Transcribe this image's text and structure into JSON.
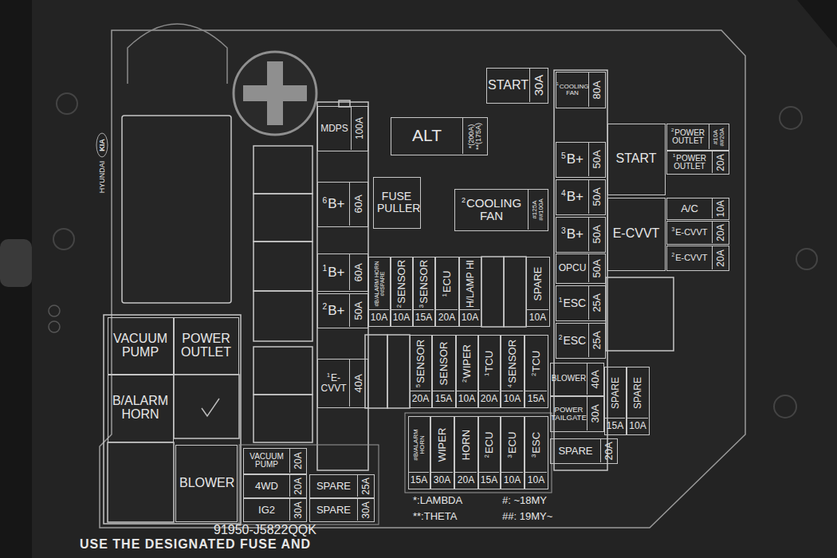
{
  "diagram": {
    "nodes": [
      {
        "text": [
          "START",
          "30A"
        ]
      },
      {
        "text": [
          "1",
          "COOLING FAN",
          "80A"
        ]
      },
      {
        "text": [
          "MDPS",
          "100A"
        ]
      },
      {
        "text": [
          "ALT",
          "*(200A)",
          "**(175A)"
        ]
      },
      {
        "text": [
          "5",
          "B+",
          "50A"
        ]
      },
      {
        "text": [
          "START"
        ]
      },
      {
        "text": [
          "2",
          "POWER OUTLET",
          "#10A",
          "##20A"
        ]
      },
      {
        "text": [
          "1",
          "POWER OUTLET",
          "20A"
        ]
      },
      {
        "text": [
          "6",
          "B+",
          "60A"
        ]
      },
      {
        "text": [
          "FUSE PULLER"
        ]
      },
      {
        "text": [
          "2",
          "COOLING FAN",
          "#125A",
          "##100A"
        ]
      },
      {
        "text": [
          "4",
          "B+",
          "50A"
        ]
      },
      {
        "text": [
          "A/C",
          "10A"
        ]
      },
      {
        "text": [
          "3",
          "B+",
          "50A"
        ]
      },
      {
        "text": [
          "E-CVVT"
        ]
      },
      {
        "text": [
          "3",
          "E-CVVT",
          "20A"
        ]
      },
      {
        "text": [
          "2",
          "E-CVVT",
          "20A"
        ]
      },
      {
        "text": [
          "1",
          "B+",
          "60A"
        ]
      },
      {
        "text": [
          "2",
          "B+",
          "50A"
        ]
      },
      {
        "text": [
          "#B/ALARM HORN",
          "##SPARE",
          "10A"
        ]
      },
      {
        "text": [
          "2",
          "SENSOR",
          "10A"
        ]
      },
      {
        "text": [
          "3",
          "SENSOR",
          "15A"
        ]
      },
      {
        "text": [
          "1",
          "ECU",
          "20A"
        ]
      },
      {
        "text": [
          "H/LAMP HI",
          "10A"
        ]
      },
      {
        "text": [
          "SPARE",
          "10A"
        ]
      },
      {
        "text": [
          "OPCU",
          "50A"
        ]
      },
      {
        "text": [
          "1",
          "ESC",
          "25A"
        ]
      },
      {
        "text": [
          "2",
          "ESC",
          "25A"
        ]
      },
      {
        "text": [
          "5",
          "SENSOR",
          "20A"
        ]
      },
      {
        "text": [
          "SENSOR",
          "15A"
        ]
      },
      {
        "text": [
          "2",
          "WIPER",
          "10A"
        ]
      },
      {
        "text": [
          "1",
          "TCU",
          "20A"
        ]
      },
      {
        "text": [
          "4",
          "SENSOR",
          "10A"
        ]
      },
      {
        "text": [
          "2",
          "TCU",
          "15A"
        ]
      },
      {
        "text": [
          "VACUUM PUMP"
        ]
      },
      {
        "text": [
          "POWER OUTLET"
        ]
      },
      {
        "text": [
          "1",
          "E-CVVT",
          "40A"
        ]
      },
      {
        "text": [
          "BLOWER",
          "40A"
        ]
      },
      {
        "text": [
          "SPARE",
          "15A"
        ]
      },
      {
        "text": [
          "SPARE",
          "10A"
        ]
      },
      {
        "text": [
          "B/ALARM HORN"
        ]
      },
      {
        "text": [
          "POWER TAILGATE",
          "30A"
        ]
      },
      {
        "text": [
          "#B/ALARM HORN",
          "15A"
        ]
      },
      {
        "text": [
          "WIPER",
          "30A"
        ]
      },
      {
        "text": [
          "HORN",
          "20A"
        ]
      },
      {
        "text": [
          "2",
          "ECU",
          "15A"
        ]
      },
      {
        "text": [
          "3",
          "ECU",
          "10A"
        ]
      },
      {
        "text": [
          "3",
          "ESC",
          "10A"
        ]
      },
      {
        "text": [
          "SPARE",
          "20A"
        ]
      },
      {
        "text": [
          "BLOWER"
        ]
      },
      {
        "text": [
          "VACUUM PUMP",
          "20A"
        ]
      },
      {
        "text": [
          "4WD",
          "20A"
        ]
      },
      {
        "text": [
          "SPARE",
          "25A"
        ]
      },
      {
        "text": [
          "IG2",
          "30A"
        ]
      },
      {
        "text": [
          "SPARE",
          "30A"
        ]
      }
    ],
    "labels": [
      "*:LAMBDA",
      "**:THETA",
      "#: ~18MY",
      "##: 19MY~",
      "91950-J5822QQK",
      "USE THE DESIGNATED FUSE AND",
      "KIA",
      "HYUNDAI"
    ]
  }
}
